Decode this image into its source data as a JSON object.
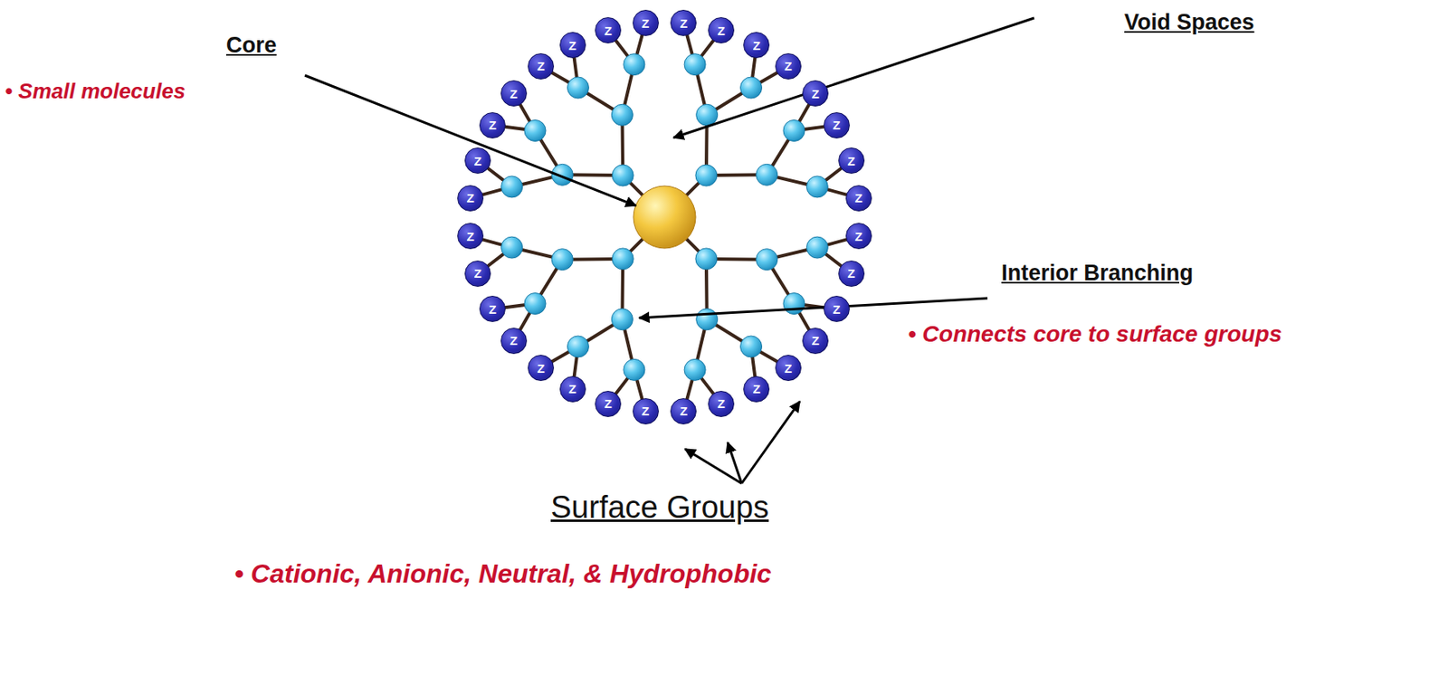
{
  "diagram": {
    "nodes": [
      {
        "text": [
          "Z"
        ]
      },
      {
        "text": [
          "Z"
        ]
      },
      {
        "text": [
          "Z"
        ]
      },
      {
        "text": [
          "Z"
        ]
      },
      {
        "text": [
          "Z"
        ]
      },
      {
        "text": [
          "Z"
        ]
      },
      {
        "text": [
          "Z"
        ]
      },
      {
        "text": [
          "Z"
        ]
      },
      {
        "text": [
          "Z"
        ]
      },
      {
        "text": [
          "Z"
        ]
      },
      {
        "text": [
          "Z"
        ]
      },
      {
        "text": [
          "Z"
        ]
      },
      {
        "text": [
          "Z"
        ]
      },
      {
        "text": [
          "Z"
        ]
      },
      {
        "text": [
          "Z"
        ]
      },
      {
        "text": [
          "Z"
        ]
      },
      {
        "text": [
          "Z"
        ]
      },
      {
        "text": [
          "Z"
        ]
      },
      {
        "text": [
          "Z"
        ]
      },
      {
        "text": [
          "Z"
        ]
      },
      {
        "text": [
          "Z"
        ]
      },
      {
        "text": [
          "Z"
        ]
      },
      {
        "text": [
          "Z"
        ]
      },
      {
        "text": [
          "Z"
        ]
      },
      {
        "text": [
          "Z"
        ]
      },
      {
        "text": [
          "Z"
        ]
      },
      {
        "text": [
          "Z"
        ]
      },
      {
        "text": [
          "Z"
        ]
      },
      {
        "text": [
          "Z"
        ]
      },
      {
        "text": [
          "Z"
        ]
      },
      {
        "text": [
          "Z"
        ]
      },
      {
        "text": [
          "Z"
        ]
      }
    ],
    "labels": [
      "Core",
      "• Small molecules",
      "Void Spaces",
      "Interior Branching",
      "• Connects core to surface groups",
      "Surface Groups",
      "• Cationic, Anionic, Neutral, & Hydrophobic"
    ]
  }
}
